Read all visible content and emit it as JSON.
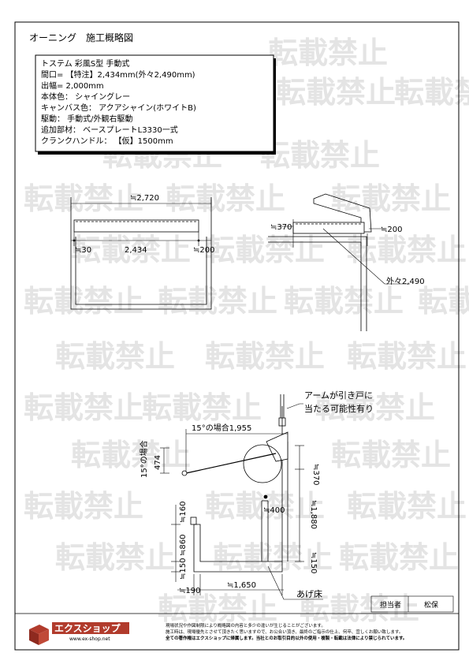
{
  "header": {
    "title": "オーニング　施工概略図"
  },
  "spec": {
    "lines": [
      "トステム  彩風S型  手動式",
      "間口=  【特注】2,434mm(外々2,490mm)",
      "出幅= 2,000mm",
      "本体色：   シャイングレー",
      "キャンバス色：  アクアシャイン(ホワイトB)",
      "駆動：  手動式/外観右駆動",
      "追加部材：   ベースプレートL3330一式",
      "クランクハンドル：  【仮】1500mm"
    ]
  },
  "plan": {
    "dim_top": "≒2,720",
    "dim_left": "≒30",
    "dim_mid": "2,434",
    "dim_right": "≒200"
  },
  "detail": {
    "dim_370": "≒370",
    "dim_200": "≒200",
    "dim_outer": "外々2,490"
  },
  "section": {
    "note_line1": "アームが引き戸に",
    "note_line2": "当たる可能性有り",
    "angle_width": "15°の場合1,955",
    "angle_height_label": "15°の場合",
    "angle_height_value": "474",
    "dim_370": "≒370",
    "dim_400": "≒400",
    "dim_1880": "≒1,880",
    "dim_160": "≒160",
    "dim_860": "≒860",
    "dim_150_left": "≒150",
    "dim_150_right": "≒150",
    "dim_190": "≒190",
    "dim_1650": "≒1,650",
    "floor_label": "あげ床"
  },
  "watermark": {
    "text": "転載禁止"
  },
  "footer": {
    "logo_text": "エクスショップ",
    "logo_url": "www.ex-shop.net",
    "notes": [
      "現場状況や作図制限により概略図の内容と多少の違いが生じることがございます。",
      "施工時は、現場優先とさせて頂きたく思いますので、お公合い頂き、最終のご指示の仕上、何卒、宜しくお願い致します。",
      "全ての著作権はエクスショップに帰属します。当社とのお取引目的以外の使用・複製・転載は法律により禁じられています。"
    ],
    "staff_label": "担当者",
    "staff_name": "松保"
  }
}
